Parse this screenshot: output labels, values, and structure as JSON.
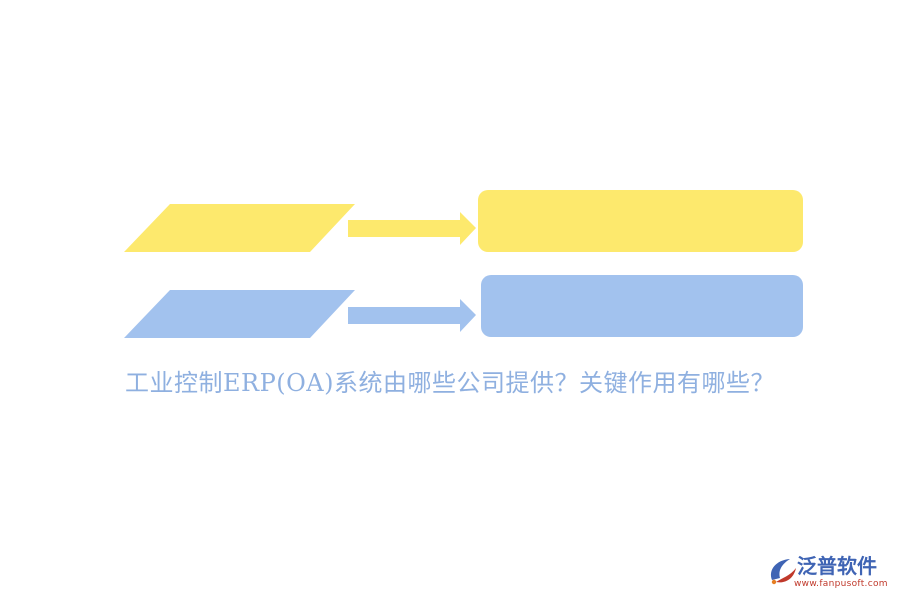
{
  "title": "工业控制ERP(OA)系统由哪些公司提供？关键作用有哪些？",
  "colors": {
    "yellow": "#fde96d",
    "blue": "#a2c2ee",
    "title_text": "#8fb0e0",
    "logo_blue": "#3f64b4",
    "logo_red": "#c0392b",
    "background": "#ffffff"
  },
  "rows": [
    {
      "color_key": "yellow",
      "left_label": "",
      "right_label": ""
    },
    {
      "color_key": "blue",
      "left_label": "",
      "right_label": ""
    }
  ],
  "logo": {
    "name": "泛普软件",
    "url": "www.fanpusoft.com",
    "icon": "fanpu-logo-icon"
  }
}
